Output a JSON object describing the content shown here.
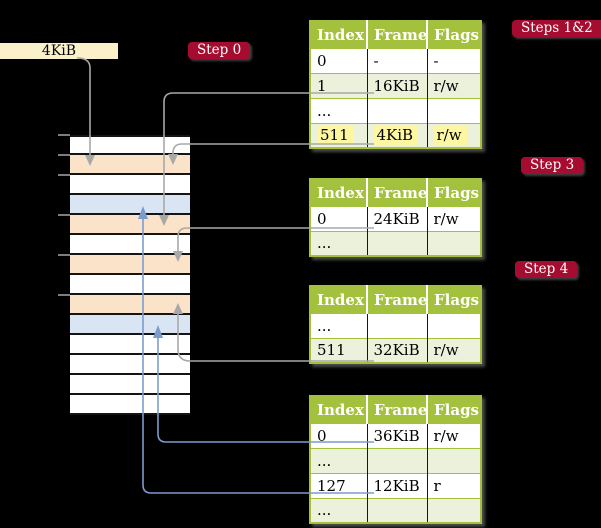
{
  "colors": {
    "background": "#000000",
    "table_header_green": "#A3C13C",
    "table_row_green": "#EBF1DB",
    "highlight_yellow": "#FDF7A1",
    "pagetable_row_peach": "#FBE3C9",
    "data_row_blue": "#D9E5F3",
    "badge_red": "#A60C30",
    "box_cream": "#FAF0CA",
    "arrow_gray": "#A8A8A8",
    "arrow_blue": "#7C9CCE"
  },
  "page_size_box": {
    "label": "4KiB"
  },
  "badges": {
    "step0": "Step 0",
    "steps12": "Steps 1&2",
    "step3": "Step 3",
    "step4": "Step 4"
  },
  "memory": {
    "rows": [
      "white",
      "pt",
      "white",
      "data",
      "pt",
      "white",
      "pt",
      "white",
      "pt",
      "data",
      "white",
      "white",
      "white",
      "white"
    ],
    "tick_rows": [
      0,
      1,
      2,
      4,
      6,
      8
    ]
  },
  "tables": [
    {
      "name": "page-table-at-4KiB",
      "headers": [
        "Index",
        "Frame",
        "Flags"
      ],
      "rows": [
        {
          "index": "0",
          "frame": "-",
          "flags": "-"
        },
        {
          "index": "1",
          "frame": "16KiB",
          "flags": "r/w"
        },
        {
          "index": "...",
          "frame": "",
          "flags": ""
        },
        {
          "index": "511",
          "frame": "4KiB",
          "flags": "r/w"
        }
      ]
    },
    {
      "name": "page-table-at-16KiB",
      "headers": [
        "Index",
        "Frame",
        "Flags"
      ],
      "rows": [
        {
          "index": "0",
          "frame": "24KiB",
          "flags": "r/w"
        },
        {
          "index": "...",
          "frame": "",
          "flags": ""
        }
      ]
    },
    {
      "name": "page-table-at-24KiB",
      "headers": [
        "Index",
        "Frame",
        "Flags"
      ],
      "rows": [
        {
          "index": "...",
          "frame": "",
          "flags": ""
        },
        {
          "index": "511",
          "frame": "32KiB",
          "flags": "r/w"
        }
      ]
    },
    {
      "name": "page-table-at-32KiB",
      "headers": [
        "Index",
        "Frame",
        "Flags"
      ],
      "rows": [
        {
          "index": "0",
          "frame": "36KiB",
          "flags": "r/w"
        },
        {
          "index": "...",
          "frame": "",
          "flags": ""
        },
        {
          "index": "127",
          "frame": "12KiB",
          "flags": "r"
        },
        {
          "index": "...",
          "frame": "",
          "flags": ""
        }
      ]
    }
  ],
  "connectors": [
    {
      "from": "4KiB-box",
      "to": "frame-4KiB",
      "color": "gray"
    },
    {
      "from": "table1-entry-1",
      "to": "frame-16KiB",
      "color": "gray"
    },
    {
      "from": "table1-entry-511",
      "to": "frame-4KiB",
      "color": "gray"
    },
    {
      "from": "table2-entry-0",
      "to": "frame-24KiB",
      "color": "gray"
    },
    {
      "from": "table3-entry-511",
      "to": "frame-32KiB",
      "color": "gray"
    },
    {
      "from": "table4-entry-0",
      "to": "frame-36KiB",
      "color": "blue"
    },
    {
      "from": "table4-entry-127",
      "to": "frame-12KiB",
      "color": "blue"
    }
  ]
}
